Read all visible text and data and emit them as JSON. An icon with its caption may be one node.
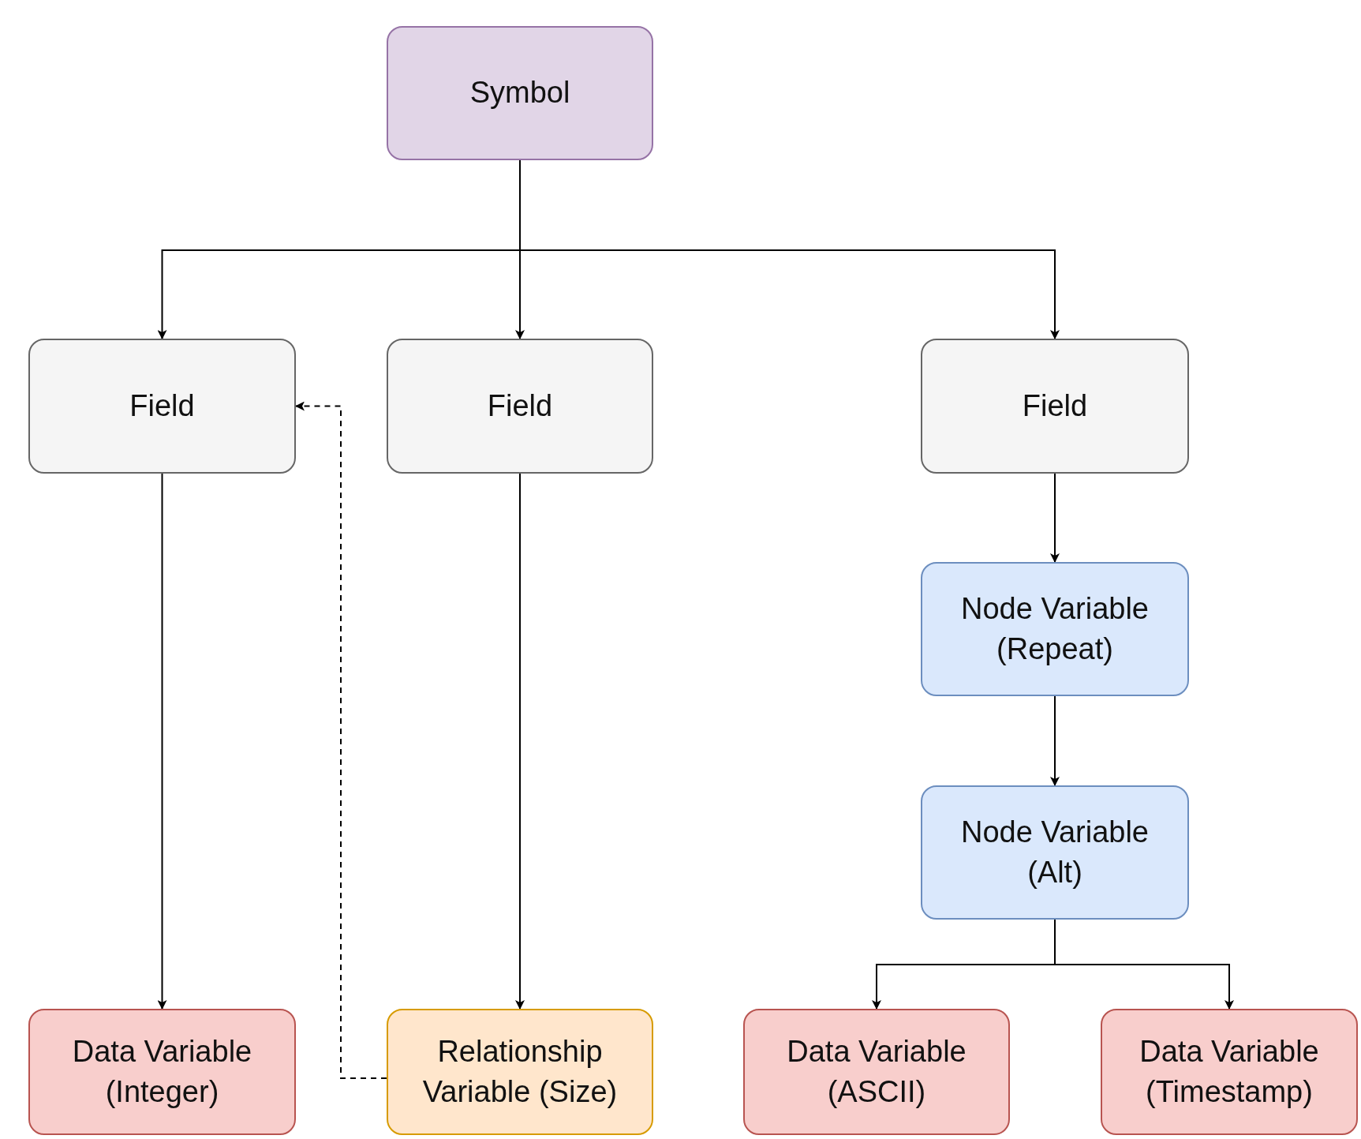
{
  "diagram": {
    "nodes": [
      {
        "text": [
          "Symbol"
        ]
      },
      {
        "text": [
          "Field"
        ]
      },
      {
        "text": [
          "Field"
        ]
      },
      {
        "text": [
          "Field"
        ]
      },
      {
        "text": [
          "Node Variable (Repeat)"
        ]
      },
      {
        "text": [
          "Node Variable (Alt)"
        ]
      },
      {
        "text": [
          "Data Variable (Integer)"
        ]
      },
      {
        "text": [
          "Relationship Variable (Size)"
        ]
      },
      {
        "text": [
          "Data Variable (ASCII)"
        ]
      },
      {
        "text": [
          "Data Variable (Timestamp)"
        ]
      }
    ],
    "edges": [
      {
        "from": 0,
        "to": 1,
        "arrow": "to"
      },
      {
        "from": 0,
        "to": 2,
        "arrow": "to"
      },
      {
        "from": 0,
        "to": 3,
        "arrow": "to"
      },
      {
        "from": 1,
        "to": 6,
        "arrow": "to"
      },
      {
        "from": 2,
        "to": 7,
        "arrow": "to"
      },
      {
        "from": 3,
        "to": 4,
        "arrow": "to"
      },
      {
        "from": 4,
        "to": 5,
        "arrow": "to"
      },
      {
        "from": 5,
        "to": 8,
        "arrow": "to"
      },
      {
        "from": 5,
        "to": 9,
        "arrow": "to"
      },
      {
        "from": 7,
        "to": 1,
        "arrow": "to",
        "style": "dashed"
      }
    ]
  }
}
